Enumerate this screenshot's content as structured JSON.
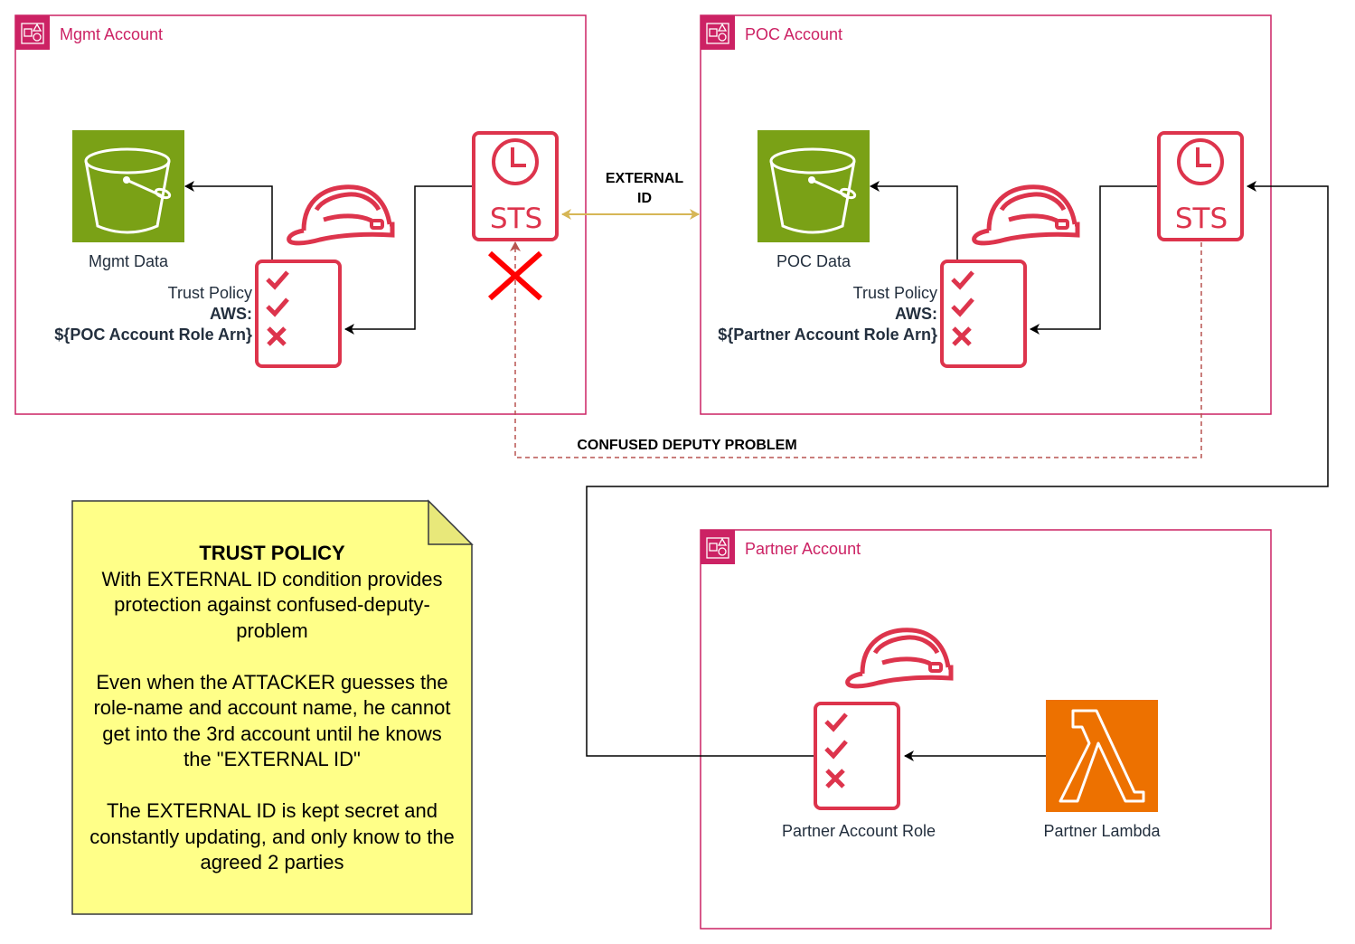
{
  "diagram": {
    "colors": {
      "account_border": "#cc2264",
      "security_red": "#dd344c",
      "storage_green": "#7aa116",
      "compute_orange": "#ed7100",
      "external_id_arrow": "#d6b656",
      "confused_deputy_line": "#b85450",
      "deny_cross": "#ff0000",
      "note_fill": "#ffff88",
      "note_border": "#36393d"
    },
    "groups": {
      "mgmt": {
        "label": "Mgmt Account",
        "icon": "aws-account-icon"
      },
      "poc": {
        "label": "POC Account",
        "icon": "aws-account-icon"
      },
      "partner": {
        "label": "Partner Account",
        "icon": "aws-account-icon"
      }
    },
    "nodes": {
      "mgmt_bucket": {
        "label": "Mgmt Data",
        "icon": "s3-bucket-icon"
      },
      "poc_bucket": {
        "label": "POC Data",
        "icon": "s3-bucket-icon"
      },
      "mgmt_sts": {
        "label": "STS",
        "icon": "sts-icon"
      },
      "poc_sts": {
        "label": "STS",
        "icon": "sts-icon"
      },
      "mgmt_policy": {
        "icon": "iam-role-policy-icon",
        "line1": "Trust Policy",
        "line2": "AWS:",
        "line3": "${POC Account Role Arn}"
      },
      "poc_policy": {
        "icon": "iam-role-policy-icon",
        "line1": "Trust Policy",
        "line2": "AWS:",
        "line3": "${Partner Account Role Arn}"
      },
      "partner_role": {
        "label": "Partner Account Role",
        "icon": "iam-role-policy-icon"
      },
      "partner_lambda": {
        "label": "Partner Lambda",
        "icon": "lambda-icon"
      }
    },
    "edges": {
      "external_id": {
        "line1": "EXTERNAL",
        "line2": "ID",
        "style": "bidirectional"
      },
      "confused_deputy": {
        "label": "CONFUSED DEPUTY PROBLEM",
        "style": "dashed",
        "blocked": true
      }
    }
  },
  "note": {
    "title": "TRUST POLICY",
    "paragraph1": [
      "With EXTERNAL ID condition provides",
      "protection against confused-deputy-",
      "problem"
    ],
    "paragraph2": [
      "Even when the ATTACKER guesses the",
      "role-name and account name, he cannot",
      "get into the 3rd account until he knows",
      "the \"EXTERNAL ID\""
    ],
    "paragraph3": [
      "The EXTERNAL ID is kept secret and",
      "constantly updating, and only know to the",
      "agreed 2 parties"
    ]
  }
}
